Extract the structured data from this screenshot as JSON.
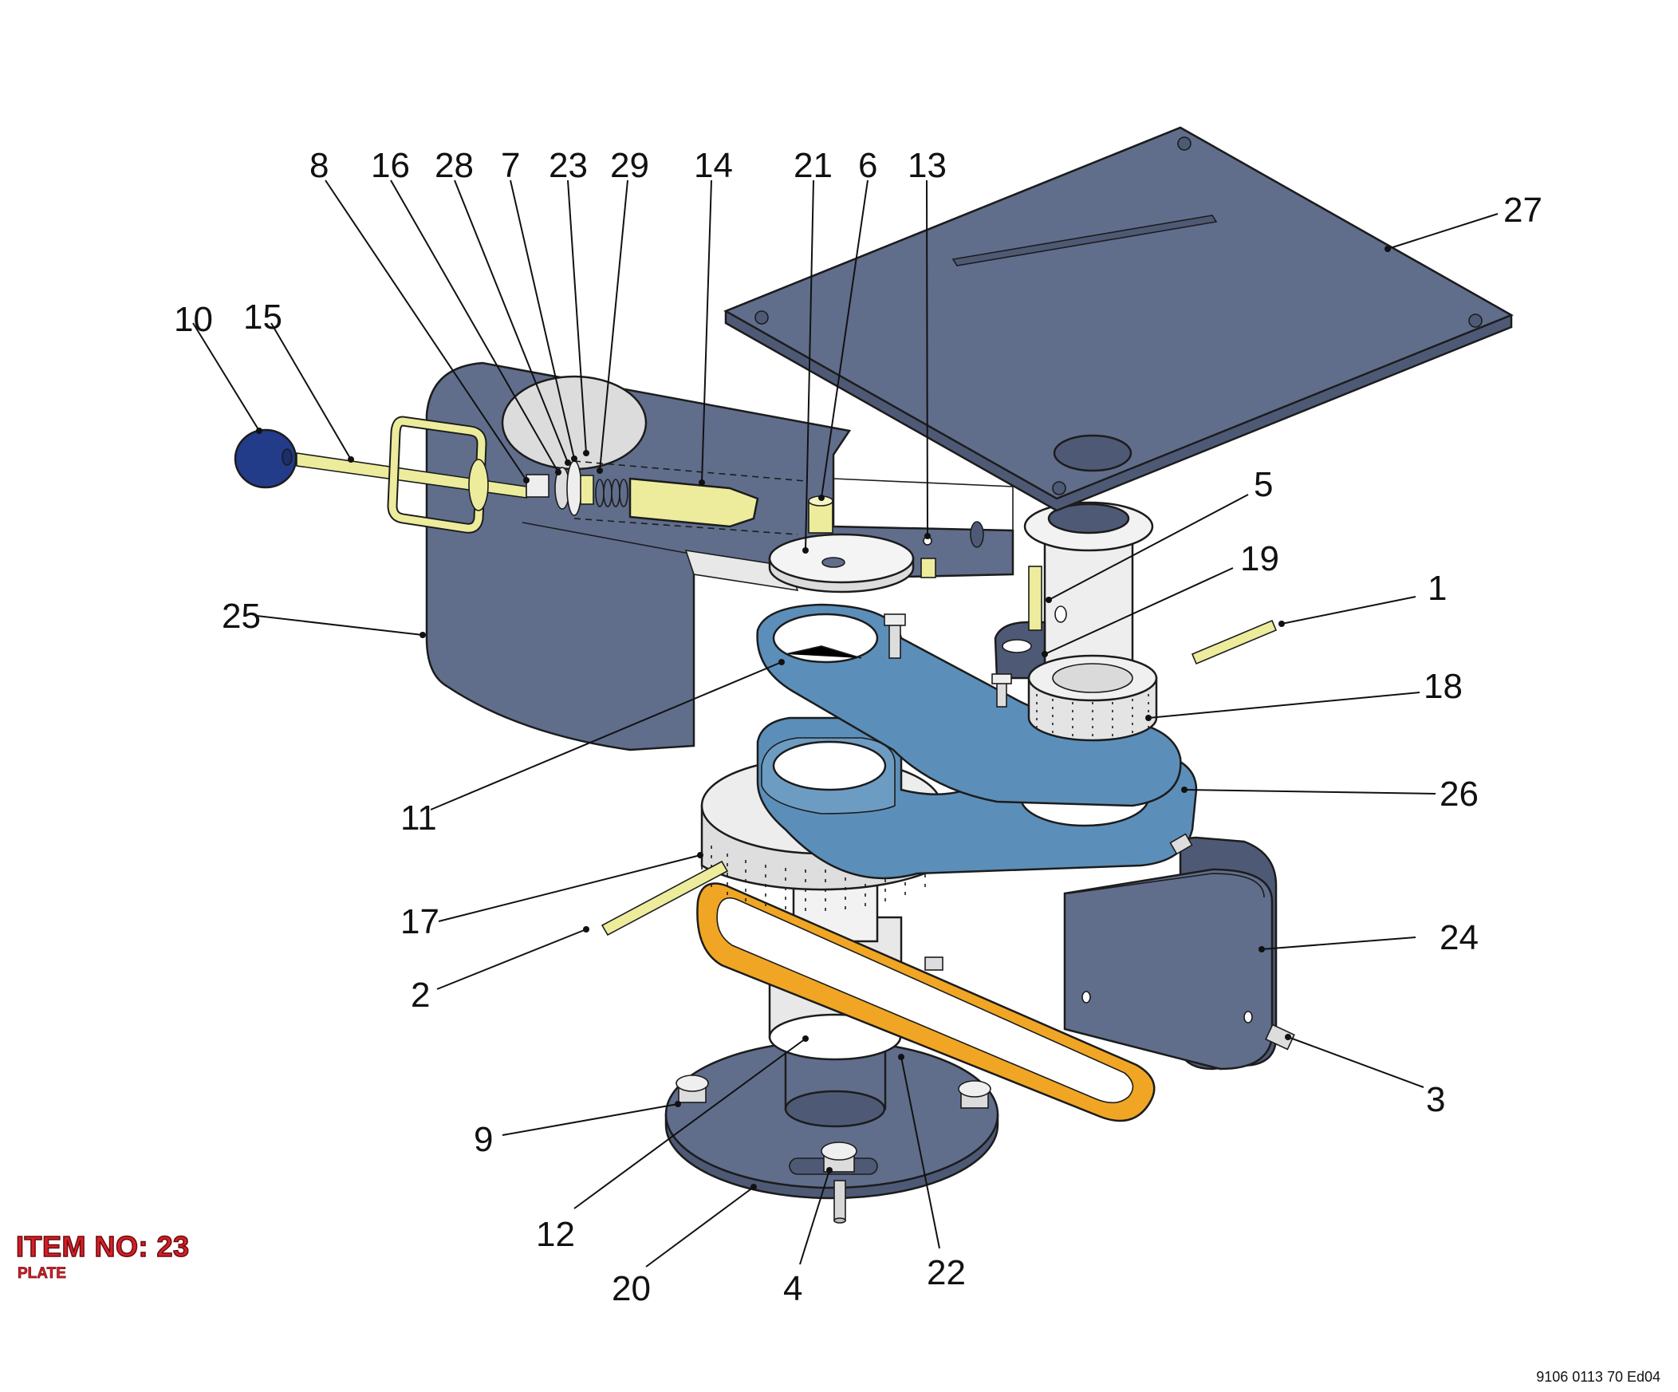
{
  "labels": [
    {
      "id": "8",
      "text": "8"
    },
    {
      "id": "16",
      "text": "16"
    },
    {
      "id": "28",
      "text": "28"
    },
    {
      "id": "7",
      "text": "7"
    },
    {
      "id": "23",
      "text": "23"
    },
    {
      "id": "29",
      "text": "29"
    },
    {
      "id": "14",
      "text": "14"
    },
    {
      "id": "21",
      "text": "21"
    },
    {
      "id": "6",
      "text": "6"
    },
    {
      "id": "13",
      "text": "13"
    },
    {
      "id": "27",
      "text": "27"
    },
    {
      "id": "10",
      "text": "10"
    },
    {
      "id": "15",
      "text": "15"
    },
    {
      "id": "5",
      "text": "5"
    },
    {
      "id": "19",
      "text": "19"
    },
    {
      "id": "1",
      "text": "1"
    },
    {
      "id": "25",
      "text": "25"
    },
    {
      "id": "18",
      "text": "18"
    },
    {
      "id": "11",
      "text": "11"
    },
    {
      "id": "26",
      "text": "26"
    },
    {
      "id": "17",
      "text": "17"
    },
    {
      "id": "24",
      "text": "24"
    },
    {
      "id": "2",
      "text": "2"
    },
    {
      "id": "3",
      "text": "3"
    },
    {
      "id": "9",
      "text": "9"
    },
    {
      "id": "12",
      "text": "12"
    },
    {
      "id": "20",
      "text": "20"
    },
    {
      "id": "4",
      "text": "4"
    },
    {
      "id": "22",
      "text": "22"
    }
  ],
  "item": {
    "title": "ITEM NO: 23",
    "subtitle": "PLATE"
  },
  "doc_ref": "9106 0113 70 Ed04",
  "colors": {
    "slate": "#606e8c",
    "slate_dark": "#4e5a75",
    "arm_blue": "#5b8fb9",
    "knob_blue": "#223c8a",
    "brass": "#ecec9c",
    "belt_orange": "#f0a624",
    "gear_grey": "#e6e6e6",
    "red": "#d42027"
  }
}
